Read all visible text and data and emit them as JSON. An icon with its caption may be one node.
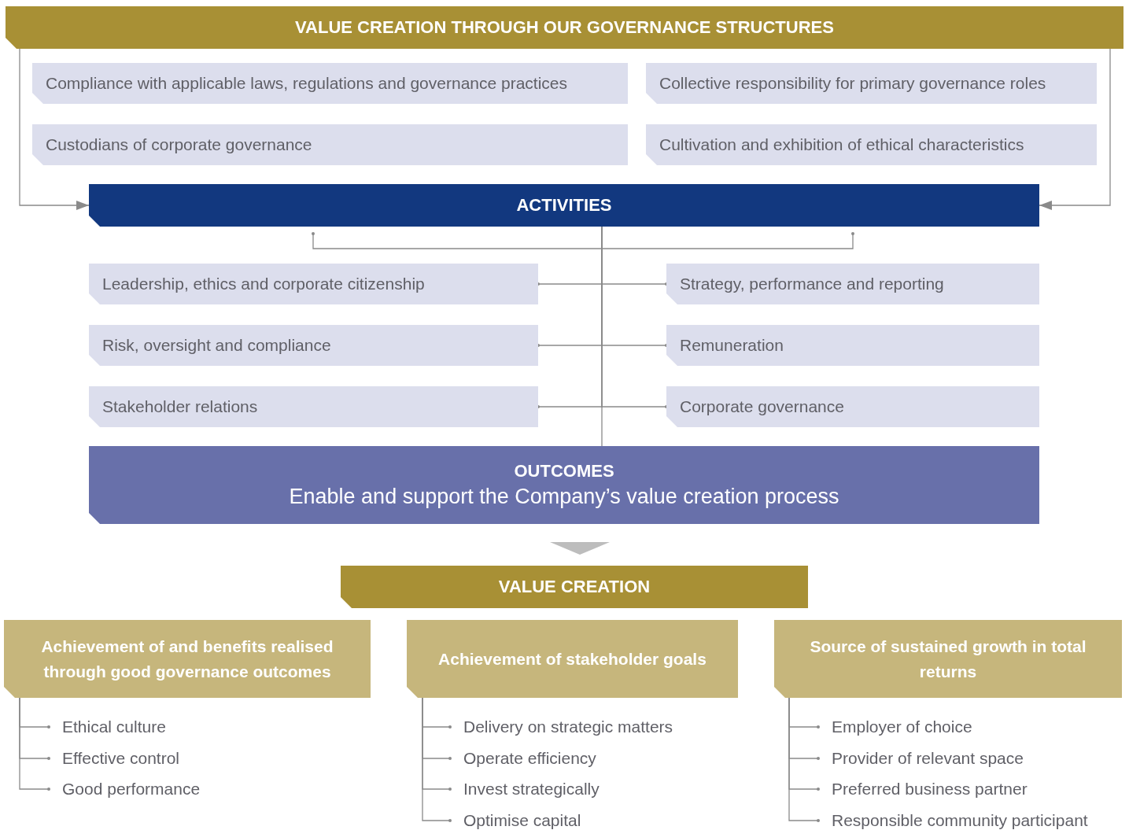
{
  "diagram": {
    "nodes": [
      {
        "text": [
          "VALUE CREATION THROUGH OUR GOVERNANCE STRUCTURES"
        ]
      },
      {
        "text": [
          "Compliance with applicable laws, regulations and governance practices"
        ]
      },
      {
        "text": [
          "Collective responsibility for primary governance roles"
        ]
      },
      {
        "text": [
          "Custodians of corporate governance"
        ]
      },
      {
        "text": [
          "Cultivation and exhibition of ethical characteristics"
        ]
      },
      {
        "text": [
          "ACTIVITIES"
        ]
      },
      {
        "text": [
          "Leadership, ethics and corporate citizenship"
        ]
      },
      {
        "text": [
          "Strategy, performance and reporting"
        ]
      },
      {
        "text": [
          "Risk, oversight and compliance"
        ]
      },
      {
        "text": [
          "Remuneration"
        ]
      },
      {
        "text": [
          "Stakeholder relations"
        ]
      },
      {
        "text": [
          "Corporate governance"
        ]
      },
      {
        "text": [
          "OUTCOMES",
          "Enable and support the Company’s value creation process"
        ]
      },
      {
        "text": [
          "VALUE CREATION"
        ]
      },
      {
        "text": [
          "Achievement of and benefits realised through good governance outcomes"
        ]
      },
      {
        "text": [
          "Achievement of stakeholder goals"
        ]
      },
      {
        "text": [
          "Source of sustained growth in total returns"
        ]
      },
      {
        "text": [
          "Ethical culture"
        ]
      },
      {
        "text": [
          "Effective control"
        ]
      },
      {
        "text": [
          "Good performance"
        ]
      },
      {
        "text": [
          "Delivery on strategic matters"
        ]
      },
      {
        "text": [
          "Operate efficiency"
        ]
      },
      {
        "text": [
          "Invest strategically"
        ]
      },
      {
        "text": [
          "Optimise capital"
        ]
      },
      {
        "text": [
          "Employer of choice"
        ]
      },
      {
        "text": [
          "Provider of relevant space"
        ]
      },
      {
        "text": [
          "Preferred business partner"
        ]
      },
      {
        "text": [
          "Responsible community participant"
        ]
      }
    ],
    "edges": [
      {
        "from": 0,
        "to": 5,
        "arrow": "to"
      },
      {
        "from": 0,
        "to": 5,
        "arrow": "to"
      },
      {
        "from": 5,
        "to": 6,
        "arrow": "other"
      },
      {
        "from": 5,
        "to": 7,
        "arrow": "other"
      },
      {
        "from": 5,
        "to": 8,
        "arrow": "other"
      },
      {
        "from": 5,
        "to": 9,
        "arrow": "other"
      },
      {
        "from": 5,
        "to": 10,
        "arrow": "other"
      },
      {
        "from": 5,
        "to": 11,
        "arrow": "other"
      },
      {
        "from": 5,
        "to": 12,
        "arrow": "none"
      },
      {
        "from": 12,
        "to": 13,
        "arrow": "to"
      },
      {
        "from": 14,
        "to": 17,
        "arrow": "other"
      },
      {
        "from": 14,
        "to": 18,
        "arrow": "other"
      },
      {
        "from": 14,
        "to": 19,
        "arrow": "other"
      },
      {
        "from": 15,
        "to": 20,
        "arrow": "other"
      },
      {
        "from": 15,
        "to": 21,
        "arrow": "other"
      },
      {
        "from": 15,
        "to": 22,
        "arrow": "other"
      },
      {
        "from": 15,
        "to": 23,
        "arrow": "other"
      },
      {
        "from": 16,
        "to": 24,
        "arrow": "other"
      },
      {
        "from": 16,
        "to": 25,
        "arrow": "other"
      },
      {
        "from": 16,
        "to": 26,
        "arrow": "other"
      },
      {
        "from": 16,
        "to": 27,
        "arrow": "other"
      }
    ]
  }
}
